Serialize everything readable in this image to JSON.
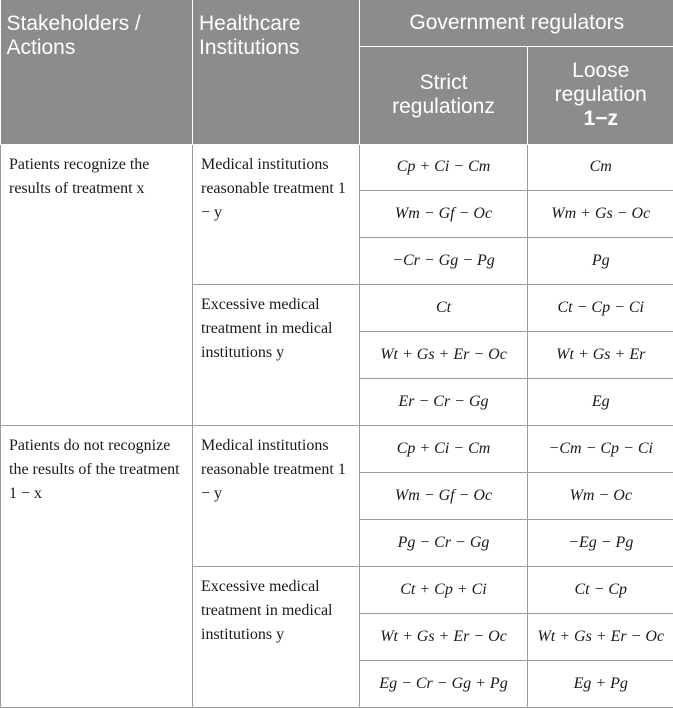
{
  "header": {
    "stakeholders": "Stakeholders / Actions",
    "institutions": "Healthcare Institutions",
    "regulators": "Government regulators",
    "strict": "Strict regulationz",
    "loose_line1": "Loose regulation",
    "loose_line2": "1−z"
  },
  "groups": [
    {
      "patient": "Patients recognize the results of treatment x",
      "institutions": [
        {
          "label": "Medical institutions reasonable treatment 1 − y",
          "rows": [
            [
              "Cp + Ci − Cm",
              "Cm"
            ],
            [
              "Wm − Gf − Oc",
              "Wm + Gs − Oc"
            ],
            [
              "−Cr − Gg − Pg",
              "Pg"
            ]
          ]
        },
        {
          "label": "Excessive medical treatment in medical institutions y",
          "rows": [
            [
              "Ct",
              "Ct − Cp − Ci"
            ],
            [
              "Wt + Gs + Er − Oc",
              "Wt + Gs + Er"
            ],
            [
              "Er − Cr − Gg",
              "Eg"
            ]
          ]
        }
      ]
    },
    {
      "patient": "Patients do not recognize the results of the treatment 1 − x",
      "institutions": [
        {
          "label": "Medical institutions reasonable treatment 1 − y",
          "rows": [
            [
              "Cp + Ci − Cm",
              "−Cm − Cp − Ci"
            ],
            [
              "Wm − Gf − Oc",
              "Wm − Oc"
            ],
            [
              "Pg − Cr − Gg",
              "−Eg − Pg"
            ]
          ]
        },
        {
          "label": "Excessive medical treatment in medical institutions y",
          "rows": [
            [
              "Ct + Cp + Ci",
              "Ct − Cp"
            ],
            [
              "Wt + Gs + Er − Oc",
              "Wt + Gs + Er − Oc"
            ],
            [
              "Eg − Cr − Gg + Pg",
              "Eg + Pg"
            ]
          ]
        }
      ]
    }
  ]
}
